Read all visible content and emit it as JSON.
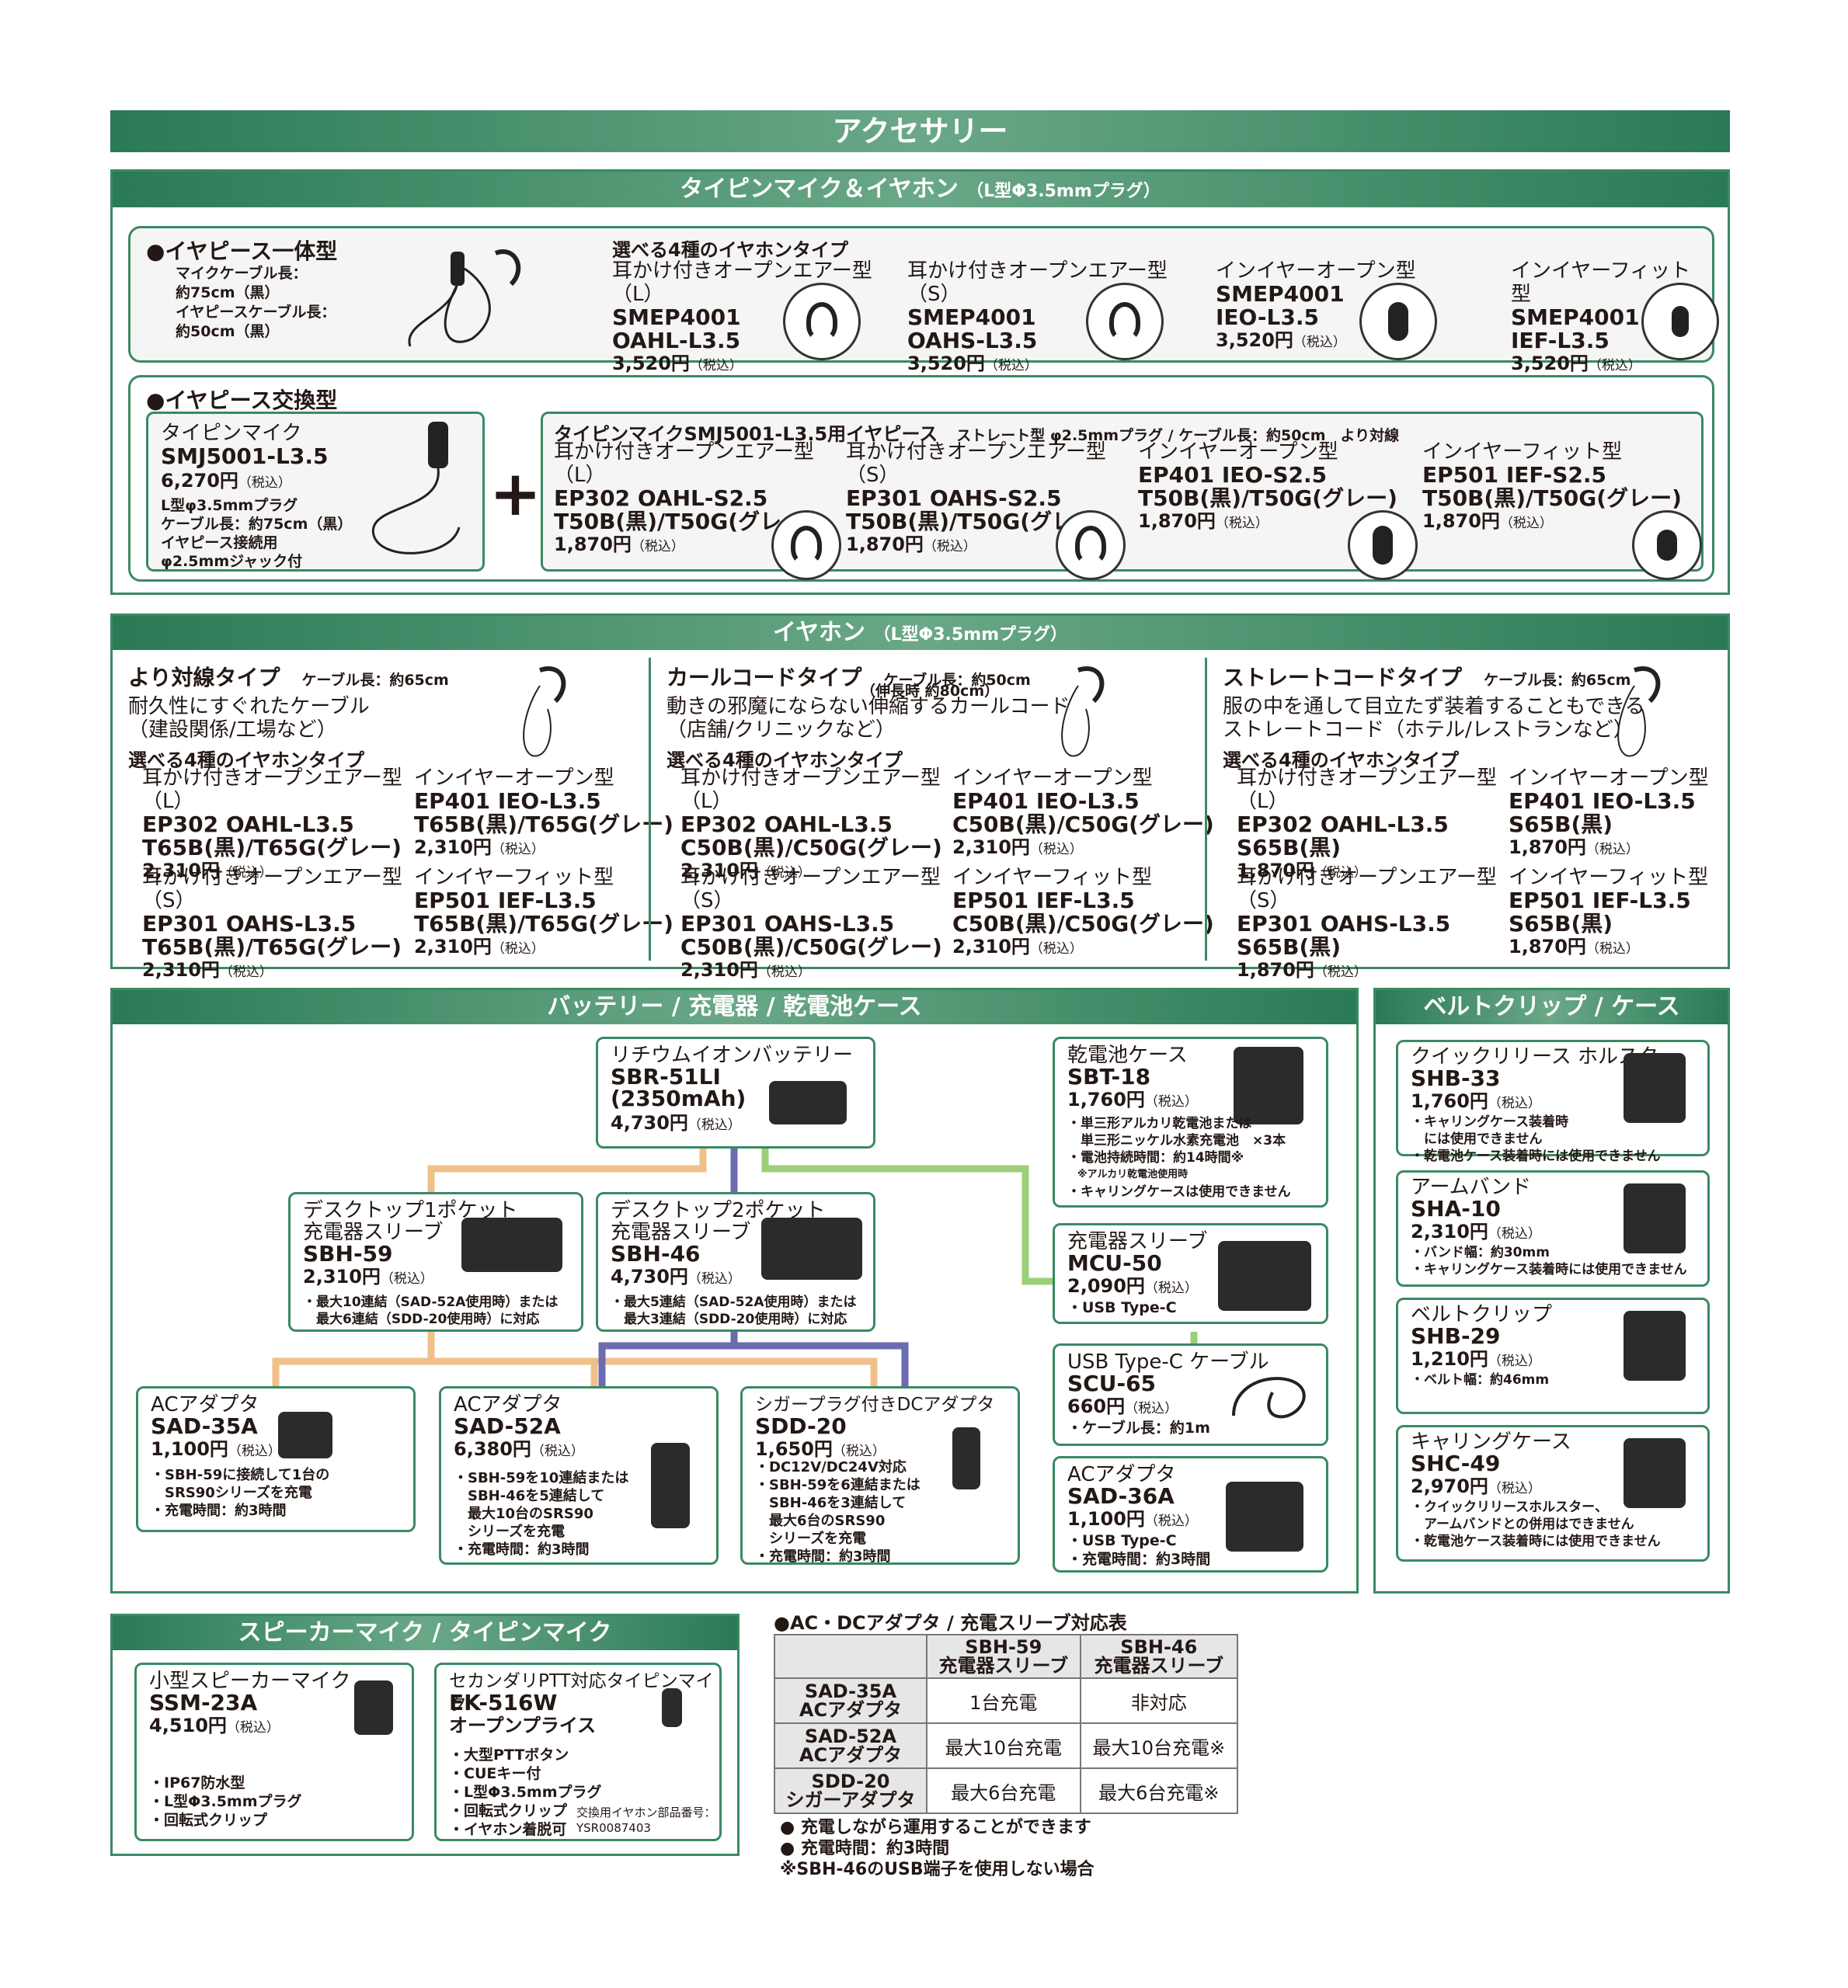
{
  "title": "アクセサリー",
  "tiepin": {
    "header": "タイピンマイク＆イヤホン",
    "header_sub": "（L型Φ3.5mmプラグ）",
    "integrated": {
      "heading": "●イヤピース一体型",
      "desc": [
        "マイクケーブル長：",
        "約75cm（黒）",
        "イヤピースケーブル長：",
        "約50cm（黒）"
      ],
      "choose": "選べる4種のイヤホンタイプ",
      "items": [
        {
          "name": "耳かけ付きオープンエアー型（L）",
          "m1": "SMEP4001",
          "m2": "OAHL-L3.5",
          "price": "3,520円",
          "tax": "（税込）"
        },
        {
          "name": "耳かけ付きオープンエアー型（S）",
          "m1": "SMEP4001",
          "m2": "OAHS-L3.5",
          "price": "3,520円",
          "tax": "（税込）"
        },
        {
          "name": "インイヤーオープン型",
          "m1": "SMEP4001",
          "m2": "IEO-L3.5",
          "price": "3,520円",
          "tax": "（税込）"
        },
        {
          "name": "インイヤーフィット型",
          "m1": "SMEP4001",
          "m2": "IEF-L3.5",
          "price": "3,520円",
          "tax": "（税込）"
        }
      ]
    },
    "exchange": {
      "heading": "●イヤピース交換型",
      "mic_name": "タイピンマイク",
      "mic_model": "SMJ5001-L3.5",
      "mic_price": "6,270円",
      "mic_tax": "（税込）",
      "mic_notes": [
        "L型φ3.5mmプラグ",
        "ケーブル長：約75cm（黒）",
        "イヤピース接続用",
        "φ2.5mmジャック付"
      ],
      "plus": "+",
      "pieces_title": "タイピンマイクSMJ5001-L3.5用イヤピース",
      "pieces_sub": "ストレート型 φ2.5mmプラグ / ケーブル長：約50cm　より対線",
      "items": [
        {
          "name": "耳かけ付きオープンエアー型（L）",
          "m1": "EP302 OAHL-S2.5",
          "m2": "T50B(黒)/T50G(グレー)",
          "price": "1,870円",
          "tax": "（税込）"
        },
        {
          "name": "耳かけ付きオープンエアー型（S）",
          "m1": "EP301 OAHS-S2.5",
          "m2": "T50B(黒)/T50G(グレー)",
          "price": "1,870円",
          "tax": "（税込）"
        },
        {
          "name": "インイヤーオープン型",
          "m1": "EP401 IEO-S2.5",
          "m2": "T50B(黒)/T50G(グレー)",
          "price": "1,870円",
          "tax": "（税込）"
        },
        {
          "name": "インイヤーフィット型",
          "m1": "EP501 IEF-S2.5",
          "m2": "T50B(黒)/T50G(グレー)",
          "price": "1,870円",
          "tax": "（税込）"
        }
      ]
    }
  },
  "earphone": {
    "header": "イヤホン",
    "header_sub": "（L型Φ3.5mmプラグ）",
    "cols": [
      {
        "title": "より対線タイプ",
        "spec": "ケーブル長：約65cm",
        "spec2": "",
        "desc": [
          "耐久性にすぐれたケーブル",
          "（建設関係/工場など）"
        ],
        "choose": "選べる4種のイヤホンタイプ",
        "items": [
          {
            "name": "耳かけ付きオープンエアー型（L）",
            "m1": "EP302 OAHL-L3.5",
            "m2": "T65B(黒)/T65G(グレー)",
            "price": "2,310円",
            "tax": "（税込）"
          },
          {
            "name": "インイヤーオープン型",
            "m1": "EP401 IEO-L3.5",
            "m2": "T65B(黒)/T65G(グレー)",
            "price": "2,310円",
            "tax": "（税込）"
          },
          {
            "name": "耳かけ付きオープンエアー型（S）",
            "m1": "EP301 OAHS-L3.5",
            "m2": "T65B(黒)/T65G(グレー)",
            "price": "2,310円",
            "tax": "（税込）"
          },
          {
            "name": "インイヤーフィット型",
            "m1": "EP501 IEF-L3.5",
            "m2": "T65B(黒)/T65G(グレー)",
            "price": "2,310円",
            "tax": "（税込）"
          }
        ]
      },
      {
        "title": "カールコードタイプ",
        "spec": "ケーブル長：約50cm",
        "spec2": "（伸長時 約80cm）",
        "desc": [
          "動きの邪魔にならない伸縮するカールコード",
          "（店舗/クリニックなど）"
        ],
        "choose": "選べる4種のイヤホンタイプ",
        "items": [
          {
            "name": "耳かけ付きオープンエアー型（L）",
            "m1": "EP302 OAHL-L3.5",
            "m2": "C50B(黒)/C50G(グレー)",
            "price": "2,310円",
            "tax": "（税込）"
          },
          {
            "name": "インイヤーオープン型",
            "m1": "EP401 IEO-L3.5",
            "m2": "C50B(黒)/C50G(グレー)",
            "price": "2,310円",
            "tax": "（税込）"
          },
          {
            "name": "耳かけ付きオープンエアー型（S）",
            "m1": "EP301 OAHS-L3.5",
            "m2": "C50B(黒)/C50G(グレー)",
            "price": "2,310円",
            "tax": "（税込）"
          },
          {
            "name": "インイヤーフィット型",
            "m1": "EP501 IEF-L3.5",
            "m2": "C50B(黒)/C50G(グレー)",
            "price": "2,310円",
            "tax": "（税込）"
          }
        ]
      },
      {
        "title": "ストレートコードタイプ",
        "spec": "ケーブル長：約65cm",
        "spec2": "",
        "desc": [
          "服の中を通して目立たず装着することもできる",
          "ストレートコード（ホテル/レストランなど）"
        ],
        "choose": "選べる4種のイヤホンタイプ",
        "items": [
          {
            "name": "耳かけ付きオープンエアー型（L）",
            "m1": "EP302 OAHL-L3.5",
            "m2": "S65B(黒)",
            "price": "1,870円",
            "tax": "（税込）"
          },
          {
            "name": "インイヤーオープン型",
            "m1": "EP401 IEO-L3.5",
            "m2": "S65B(黒)",
            "price": "1,870円",
            "tax": "（税込）"
          },
          {
            "name": "耳かけ付きオープンエアー型（S）",
            "m1": "EP301 OAHS-L3.5",
            "m2": "S65B(黒)",
            "price": "1,870円",
            "tax": "（税込）"
          },
          {
            "name": "インイヤーフィット型",
            "m1": "EP501 IEF-L3.5",
            "m2": "S65B(黒)",
            "price": "1,870円",
            "tax": "（税込）"
          }
        ]
      }
    ]
  },
  "battery": {
    "header": "バッテリー / 充電器 / 乾電池ケース",
    "li": {
      "name": "リチウムイオンバッテリー",
      "model": "SBR-51LI",
      "model2": "(2350mAh)",
      "price": "4,730円",
      "tax": "（税込）"
    },
    "sbt": {
      "name": "乾電池ケース",
      "model": "SBT-18",
      "price": "1,760円",
      "tax": "（税込）",
      "notes": [
        "・単三形アルカリ乾電池または",
        "　単三形ニッケル水素充電池　×3本",
        "・電池持続時間：約14時間※",
        "　※アルカリ乾電池使用時",
        "・キャリングケースは使用できません"
      ]
    },
    "sbh59": {
      "name": "デスクトップ1ポケット",
      "name2": "充電器スリーブ",
      "model": "SBH-59",
      "price": "2,310円",
      "tax": "（税込）",
      "notes": [
        "・最大10連結（SAD-52A使用時）または",
        "　最大6連結（SDD-20使用時）に対応"
      ]
    },
    "sbh46": {
      "name": "デスクトップ2ポケット",
      "name2": "充電器スリーブ",
      "model": "SBH-46",
      "price": "4,730円",
      "tax": "（税込）",
      "notes": [
        "・最大5連結（SAD-52A使用時）または",
        "　最大3連結（SDD-20使用時）に対応"
      ]
    },
    "mcu": {
      "name": "充電器スリーブ",
      "model": "MCU-50",
      "price": "2,090円",
      "tax": "（税込）",
      "notes": [
        "・USB Type-C"
      ]
    },
    "scu": {
      "name": "USB Type-C ケーブル",
      "model": "SCU-65",
      "price": "660円",
      "tax": "（税込）",
      "notes": [
        "・ケーブル長：約1m"
      ]
    },
    "sad36": {
      "name": "ACアダプタ",
      "model": "SAD-36A",
      "price": "1,100円",
      "tax": "（税込）",
      "notes": [
        "・USB Type-C",
        "・充電時間：約3時間"
      ]
    },
    "sad35": {
      "name": "ACアダプタ",
      "model": "SAD-35A",
      "price": "1,100円",
      "tax": "（税込）",
      "notes": [
        "・SBH-59に接続して1台の",
        "　SRS90シリーズを充電",
        "・充電時間：約3時間"
      ]
    },
    "sad52": {
      "name": "ACアダプタ",
      "model": "SAD-52A",
      "price": "6,380円",
      "tax": "（税込）",
      "notes": [
        "・SBH-59を10連結または",
        "　SBH-46を5連結して",
        "　最大10台のSRS90",
        "　シリーズを充電",
        "・充電時間：約3時間"
      ]
    },
    "sdd20": {
      "name": "シガープラグ付きDCアダプタ",
      "model": "SDD-20",
      "price": "1,650円",
      "tax": "（税込）",
      "notes": [
        "・DC12V/DC24V対応",
        "・SBH-59を6連結または",
        "　SBH-46を3連結して",
        "　最大6台のSRS90",
        "　シリーズを充電",
        "・充電時間：約3時間"
      ]
    }
  },
  "belt": {
    "header": "ベルトクリップ / ケース",
    "items": [
      {
        "name": "クイックリリース ホルスター",
        "model": "SHB-33",
        "price": "1,760円",
        "tax": "（税込）",
        "notes": [
          "・キャリングケース装着時",
          "　には使用できません",
          "・乾電池ケース装着時には使用できません"
        ]
      },
      {
        "name": "アームバンド",
        "model": "SHA-10",
        "price": "2,310円",
        "tax": "（税込）",
        "notes": [
          "・バンド幅：約30mm",
          "・キャリングケース装着時には使用できません"
        ]
      },
      {
        "name": "ベルトクリップ",
        "model": "SHB-29",
        "price": "1,210円",
        "tax": "（税込）",
        "notes": [
          "・ベルト幅：約46mm"
        ]
      },
      {
        "name": "キャリングケース",
        "model": "SHC-49",
        "price": "2,970円",
        "tax": "（税込）",
        "notes": [
          "・クイックリリースホルスター、",
          "　アームバンドとの併用はできません",
          "・乾電池ケース装着時には使用できません"
        ]
      }
    ]
  },
  "speaker": {
    "header": "スピーカーマイク / タイピンマイク",
    "ssm": {
      "name": "小型スピーカーマイク",
      "model": "SSM-23A",
      "price": "4,510円",
      "tax": "（税込）",
      "notes": [
        "・IP67防水型",
        "・L型Φ3.5mmプラグ",
        "・回転式クリップ"
      ]
    },
    "ek": {
      "name": "セカンダリPTT対応タイピンマイク",
      "model": "EK-516W",
      "price": "オープンプライス",
      "notes": [
        "・大型PTTボタン",
        "・CUEキー付",
        "・L型Φ3.5mmプラグ",
        "・回転式クリップ",
        "・イヤホン着脱可"
      ],
      "part_label": "交換用イヤホン部品番号：",
      "part": "YSR0087403"
    }
  },
  "table": {
    "title": "●AC・DCアダプタ / 充電スリーブ対応表",
    "cols": [
      [
        "SBH-59",
        "充電器スリーブ"
      ],
      [
        "SBH-46",
        "充電器スリーブ"
      ]
    ],
    "rows": [
      {
        "h": [
          "SAD-35A",
          "ACアダプタ"
        ],
        "c": [
          "1台充電",
          "非対応"
        ]
      },
      {
        "h": [
          "SAD-52A",
          "ACアダプタ"
        ],
        "c": [
          "最大10台充電",
          "最大10台充電※"
        ]
      },
      {
        "h": [
          "SDD-20",
          "シガーアダプタ"
        ],
        "c": [
          "最大6台充電",
          "最大6台充電※"
        ]
      }
    ],
    "notes": [
      "● 充電しながら運用することができます",
      "● 充電時間：約3時間",
      "※SBH-46のUSB端子を使用しない場合"
    ]
  },
  "colors": {
    "green": "#2a7a55",
    "orange": "#f0c08a",
    "purple": "#6b6bb0",
    "lightgreen": "#9ccf7a"
  }
}
